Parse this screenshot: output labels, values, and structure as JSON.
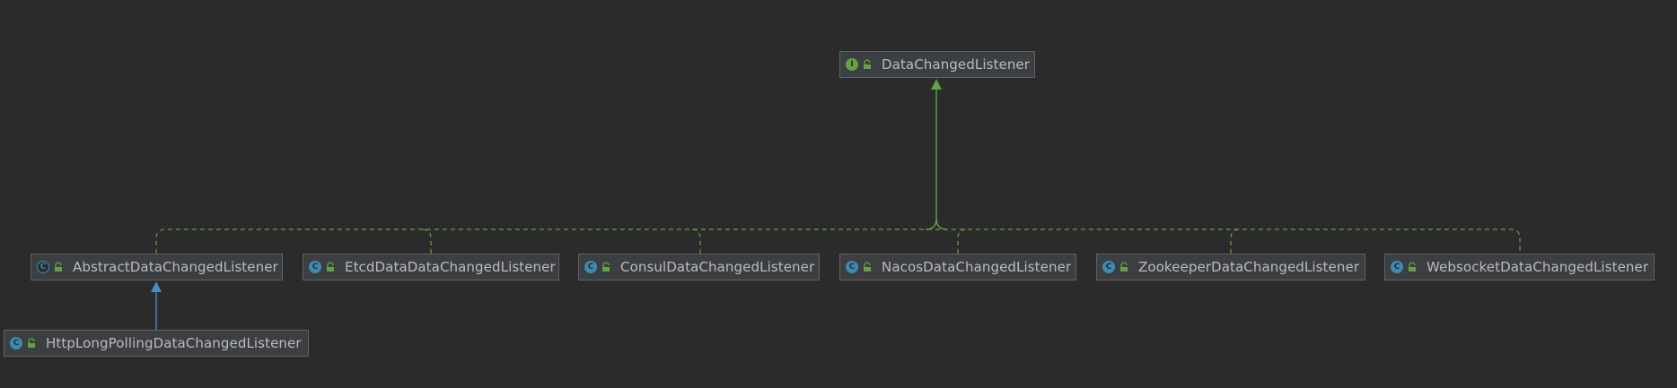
{
  "diagram": {
    "nodes": [
      {
        "id": "DataChangedListener",
        "label": "DataChangedListener",
        "kind": "interface",
        "badge": "I"
      },
      {
        "id": "AbstractDataChangedListener",
        "label": "AbstractDataChangedListener",
        "kind": "abstract",
        "badge": "C"
      },
      {
        "id": "EtcdDataDataChangedListener",
        "label": "EtcdDataDataChangedListener",
        "kind": "class",
        "badge": "C"
      },
      {
        "id": "ConsulDataChangedListener",
        "label": "ConsulDataChangedListener",
        "kind": "class",
        "badge": "C"
      },
      {
        "id": "NacosDataChangedListener",
        "label": "NacosDataChangedListener",
        "kind": "class",
        "badge": "C"
      },
      {
        "id": "ZookeeperDataChangedListener",
        "label": "ZookeeperDataChangedListener",
        "kind": "class",
        "badge": "C"
      },
      {
        "id": "WebsocketDataChangedListener",
        "label": "WebsocketDataChangedListener",
        "kind": "class",
        "badge": "C"
      },
      {
        "id": "HttpLongPollingDataChangedListener",
        "label": "HttpLongPollingDataChangedListener",
        "kind": "class",
        "badge": "C"
      }
    ],
    "edges": [
      {
        "from": "AbstractDataChangedListener",
        "to": "DataChangedListener",
        "type": "implements"
      },
      {
        "from": "EtcdDataDataChangedListener",
        "to": "DataChangedListener",
        "type": "implements"
      },
      {
        "from": "ConsulDataChangedListener",
        "to": "DataChangedListener",
        "type": "implements"
      },
      {
        "from": "NacosDataChangedListener",
        "to": "DataChangedListener",
        "type": "implements"
      },
      {
        "from": "ZookeeperDataChangedListener",
        "to": "DataChangedListener",
        "type": "implements"
      },
      {
        "from": "WebsocketDataChangedListener",
        "to": "DataChangedListener",
        "type": "implements"
      },
      {
        "from": "HttpLongPollingDataChangedListener",
        "to": "AbstractDataChangedListener",
        "type": "extends"
      }
    ]
  },
  "colors": {
    "background": "#2b2b2b",
    "node_fill": "#3c3f41",
    "node_border": "#5f6266",
    "text": "#bbbbbb",
    "implements_edge": "#62a244",
    "extends_edge": "#4a88c7",
    "interface_badge": "#62a244",
    "class_badge": "#3d8bb3"
  }
}
